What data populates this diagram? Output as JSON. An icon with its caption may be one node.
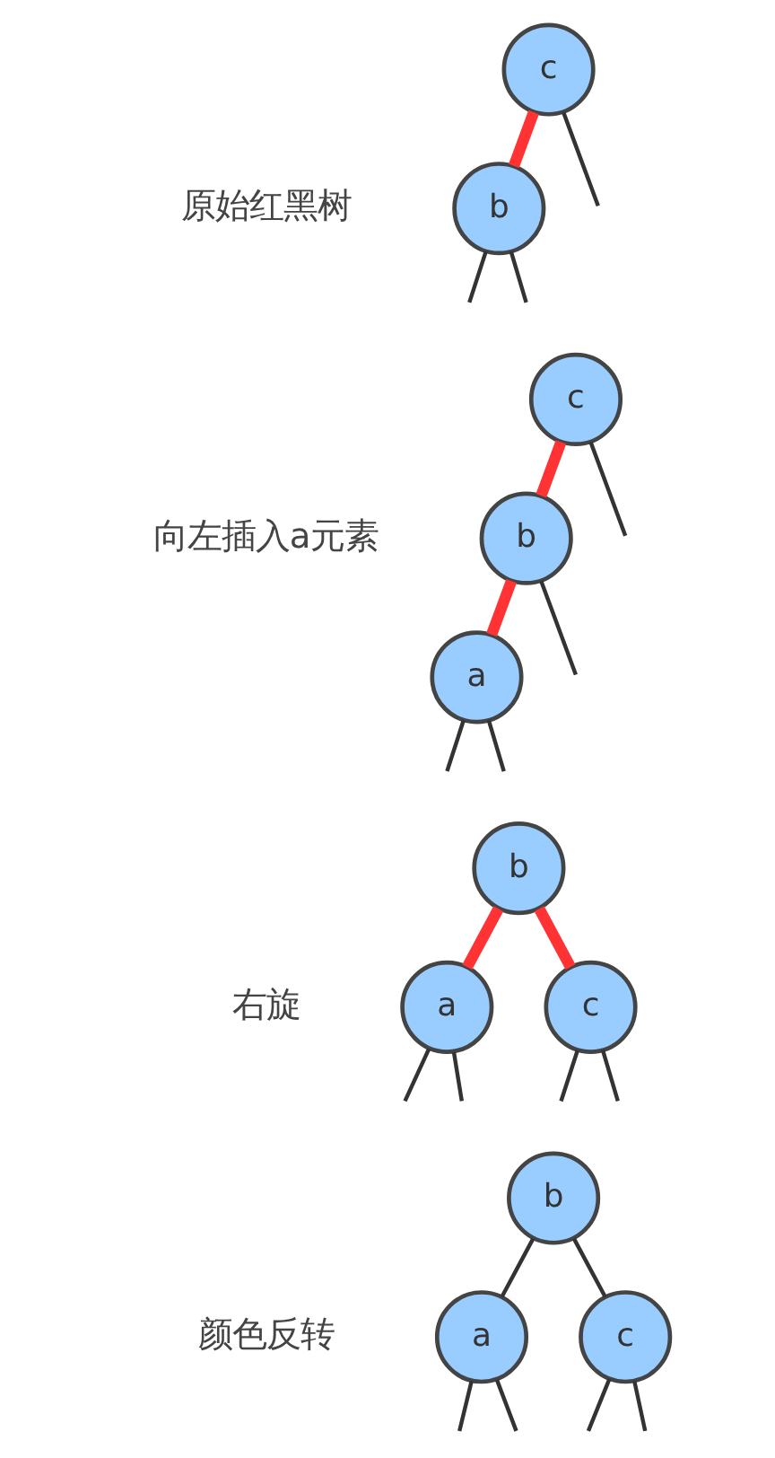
{
  "diagram": {
    "nodes": [
      {
        "text": [
          "c"
        ]
      },
      {
        "text": [
          "b"
        ]
      },
      {
        "text": [
          "c"
        ]
      },
      {
        "text": [
          "b"
        ]
      },
      {
        "text": [
          "a"
        ]
      },
      {
        "text": [
          "b"
        ]
      },
      {
        "text": [
          "a"
        ]
      },
      {
        "text": [
          "c"
        ]
      },
      {
        "text": [
          "b"
        ]
      },
      {
        "text": [
          "a"
        ]
      },
      {
        "text": [
          "c"
        ]
      }
    ],
    "edges": [
      {
        "from": 0,
        "to": 1,
        "arrow": "none",
        "style": "thick",
        "color": "#ff3333"
      },
      {
        "from": 0,
        "to": null,
        "arrow": "none"
      },
      {
        "from": 1,
        "to": null,
        "arrow": "none"
      },
      {
        "from": 1,
        "to": null,
        "arrow": "none"
      },
      {
        "from": 2,
        "to": 3,
        "arrow": "none",
        "style": "thick",
        "color": "#ff3333"
      },
      {
        "from": 2,
        "to": null,
        "arrow": "none"
      },
      {
        "from": 3,
        "to": 4,
        "arrow": "none",
        "style": "thick",
        "color": "#ff3333"
      },
      {
        "from": 3,
        "to": null,
        "arrow": "none"
      },
      {
        "from": 4,
        "to": null,
        "arrow": "none"
      },
      {
        "from": 4,
        "to": null,
        "arrow": "none"
      },
      {
        "from": 5,
        "to": 6,
        "arrow": "none",
        "style": "thick",
        "color": "#ff3333"
      },
      {
        "from": 5,
        "to": 7,
        "arrow": "none",
        "style": "thick",
        "color": "#ff3333"
      },
      {
        "from": 6,
        "to": null,
        "arrow": "none"
      },
      {
        "from": 6,
        "to": null,
        "arrow": "none"
      },
      {
        "from": 7,
        "to": null,
        "arrow": "none"
      },
      {
        "from": 7,
        "to": null,
        "arrow": "none"
      },
      {
        "from": 8,
        "to": 9,
        "arrow": "none"
      },
      {
        "from": 8,
        "to": 10,
        "arrow": "none"
      },
      {
        "from": 9,
        "to": null,
        "arrow": "none"
      },
      {
        "from": 9,
        "to": null,
        "arrow": "none"
      },
      {
        "from": 10,
        "to": null,
        "arrow": "none"
      },
      {
        "from": 10,
        "to": null,
        "arrow": "none"
      }
    ],
    "labels": [
      "原始红黑树",
      "向左插入a元素",
      "右旋",
      "颜色反转"
    ]
  }
}
